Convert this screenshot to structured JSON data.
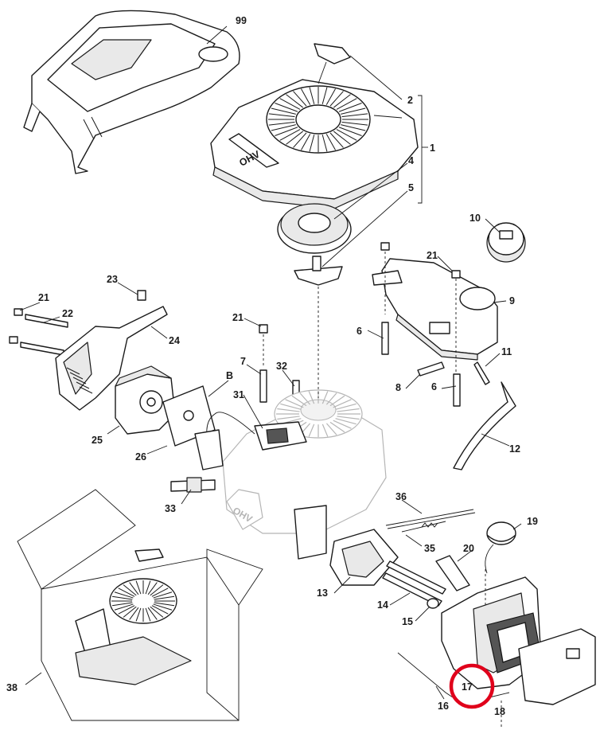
{
  "diagram": {
    "part_numbers": {
      "p99": "99",
      "p2": "2",
      "p1": "1",
      "p4": "4",
      "p5": "5",
      "p10": "10",
      "p9": "9",
      "p21a": "21",
      "p21b": "21",
      "p21c": "21",
      "p22": "22",
      "p23": "23",
      "p24": "24",
      "p6a": "6",
      "p6b": "6",
      "p11": "11",
      "p7": "7",
      "p32": "32",
      "p8": "8",
      "pB": "B",
      "p31": "31",
      "p25": "25",
      "p26": "26",
      "p12": "12",
      "p33": "33",
      "p36": "36",
      "p35": "35",
      "p19": "19",
      "p20": "20",
      "p13": "13",
      "p14": "14",
      "p15": "15",
      "p38": "38",
      "p17": "17",
      "p16": "16",
      "p18": "18"
    },
    "engine_badge": "OHV",
    "highlight": {
      "part": "17",
      "color": "#e0001b"
    }
  }
}
